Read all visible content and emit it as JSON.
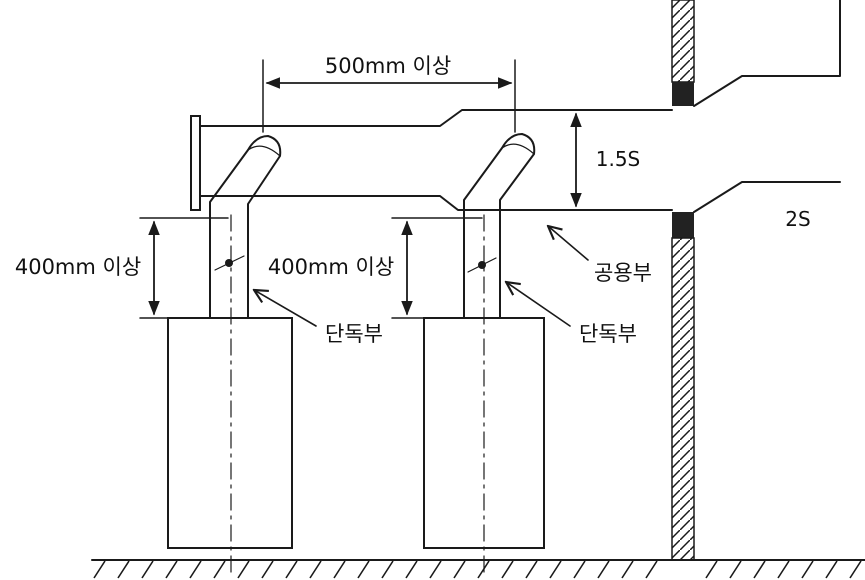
{
  "labels": {
    "spacing_min": "500mm 이상",
    "left_height_min": "400mm 이상",
    "mid_height_min": "400mm 이상",
    "left_individual": "단독부",
    "mid_individual": "단독부",
    "common_part": "공용부",
    "duct_narrow": "1.5S",
    "duct_wide": "2S"
  },
  "colors": {
    "stroke": "#1a1a1a",
    "background": "#ffffff",
    "seal": "#222222"
  }
}
